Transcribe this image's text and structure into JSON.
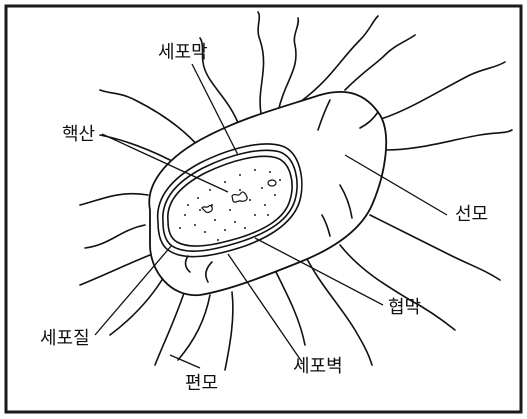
{
  "labels": {
    "cell_membrane": "세포막",
    "nucleic_acid": "핵산",
    "pili": "선모",
    "capsule": "협막",
    "cytoplasm": "세포질",
    "cell_wall": "세포벽",
    "flagella": "편모"
  },
  "colors": {
    "line": "#111111",
    "paper": "#ffffff",
    "border": "#1a1a1a"
  }
}
